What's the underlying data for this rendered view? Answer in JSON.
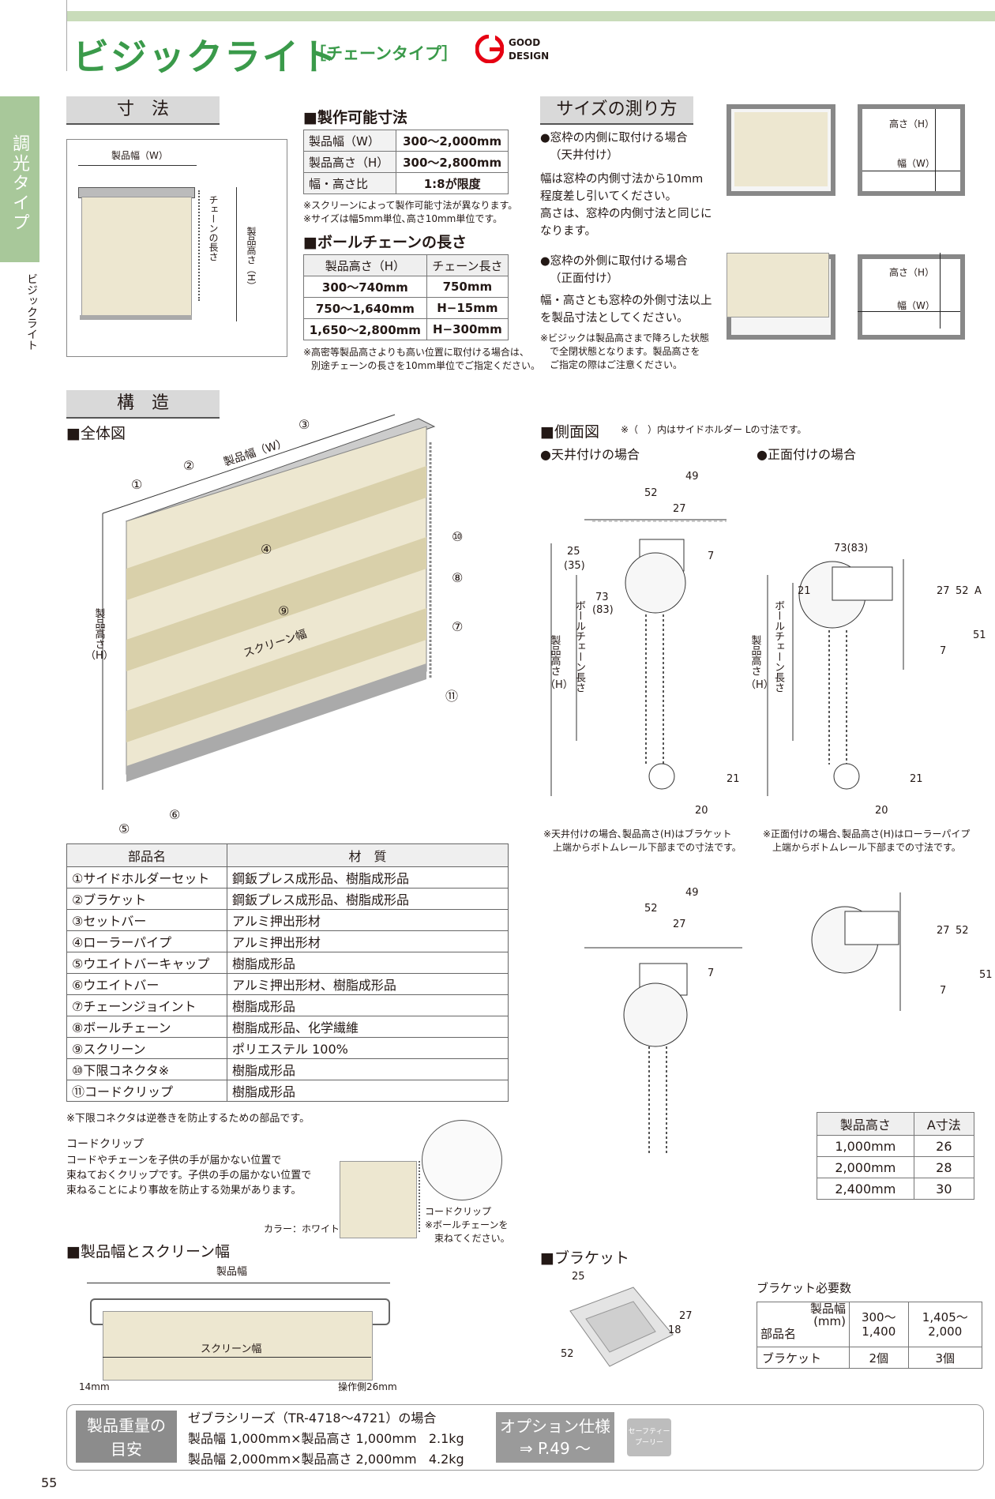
{
  "header": {
    "title": "ビジックライト",
    "subtitle": "［チェーンタイプ］",
    "good_design": [
      "GOOD",
      "DESIGN"
    ]
  },
  "side": {
    "tab": "調光タイプ",
    "sub": "ビジックライト"
  },
  "dims": {
    "heading": "寸　法",
    "width_label": "製品幅（W）",
    "chain_label": "チェーンの長さ",
    "height_label": "製品高さ（H）",
    "made_heading": "■製作可能寸法",
    "made_rows": [
      {
        "k": "製品幅（W）",
        "v": "300〜2,000mm"
      },
      {
        "k": "製品高さ（H）",
        "v": "300〜2,800mm"
      },
      {
        "k": "幅・高さ比",
        "v": "1:8が限度"
      }
    ],
    "made_notes": [
      "※スクリーンによって製作可能寸法が異なります。",
      "※サイズは幅5mm単位､高さ10mm単位です。"
    ],
    "chain_heading": "■ボールチェーンの長さ",
    "chain_cols": [
      "製品高さ（H）",
      "チェーン長さ"
    ],
    "chain_rows": [
      {
        "k": "300〜740mm",
        "v": "750mm"
      },
      {
        "k": "750〜1,640mm",
        "v": "H−15mm"
      },
      {
        "k": "1,650〜2,800mm",
        "v": "H−300mm"
      }
    ],
    "chain_notes": [
      "※高密等製品高さよりも高い位置に取付ける場合は、",
      "別途チェーンの長さを10mm単位でご指定ください。"
    ]
  },
  "measure": {
    "heading": "サイズの測り方",
    "case1_title": [
      "●窓枠の内側に取付ける場合",
      "（天井付け）"
    ],
    "case1_body": [
      "幅は窓枠の内側寸法から10mm",
      "程度差し引いてください。",
      "高さは、窓枠の内側寸法と同じに",
      "なります。"
    ],
    "case2_title": [
      "●窓枠の外側に取付ける場合",
      "（正面付け）"
    ],
    "case2_body": [
      "幅・高さとも窓枠の外側寸法以上",
      "を製品寸法としてください。"
    ],
    "case2_note": [
      "※ビジックは製品高さまで降ろした状態",
      "で全閉状態となります。製品高さを",
      "ご指定の際はご注意ください。"
    ],
    "label_h": "高さ（H）",
    "label_w": "幅（W）"
  },
  "structure": {
    "heading": "構　造",
    "overall": "■全体図",
    "label_width": "製品幅（W）",
    "label_screen": "スクリーン幅",
    "label_height": [
      "製品高さ",
      "（H）"
    ],
    "callouts": [
      "①",
      "②",
      "③",
      "④",
      "⑤",
      "⑥",
      "⑦",
      "⑧",
      "⑨",
      "⑩",
      "⑪"
    ]
  },
  "parts": {
    "cols": [
      "部品名",
      "材　質"
    ],
    "rows": [
      {
        "n": "①サイドホルダーセット",
        "m": "鋼鈑プレス成形品、樹脂成形品"
      },
      {
        "n": "②ブラケット",
        "m": "鋼鈑プレス成形品、樹脂成形品"
      },
      {
        "n": "③セットバー",
        "m": "アルミ押出形材"
      },
      {
        "n": "④ローラーパイプ",
        "m": "アルミ押出形材"
      },
      {
        "n": "⑤ウエイトバーキャップ",
        "m": "樹脂成形品"
      },
      {
        "n": "⑥ウエイトバー",
        "m": "アルミ押出形材、樹脂成形品"
      },
      {
        "n": "⑦チェーンジョイント",
        "m": "樹脂成形品"
      },
      {
        "n": "⑧ボールチェーン",
        "m": "樹脂成形品、化学繊維"
      },
      {
        "n": "⑨スクリーン",
        "m": "ポリエステル 100%"
      },
      {
        "n": "⑩下限コネクタ※",
        "m": "樹脂成形品"
      },
      {
        "n": "⑪コードクリップ",
        "m": "樹脂成形品"
      }
    ],
    "note": "※下限コネクタは逆巻きを防止するための部品です。"
  },
  "clip": {
    "title": "コードクリップ",
    "body": [
      "コードやチェーンを子供の手が届かない位置で",
      "束ねておくクリップです。子供の手の届かない位置で",
      "束ねることにより事故を防止する効果があります。"
    ],
    "color": "カラー：ホワイト",
    "label": "コードクリップ",
    "label_note": [
      "※ボールチェーンを",
      "束ねてください。"
    ]
  },
  "widths": {
    "heading": "■製品幅とスクリーン幅",
    "product": "製品幅",
    "screen": "スクリーン幅",
    "left": "14mm",
    "right": "操作側26mm"
  },
  "side_view": {
    "heading": "■側面図",
    "note": "※（　）内はサイドホルダー Lの寸法です。",
    "ceiling": "●天井付けの場合",
    "front": "●正面付けの場合",
    "dims_ceiling": [
      "49",
      "52",
      "27",
      "7",
      "25",
      "(35)",
      "73",
      "(83)",
      "21",
      "20"
    ],
    "dims_front": [
      "73(83)",
      "21",
      "27",
      "52",
      "A",
      "51",
      "7",
      "21",
      "20"
    ],
    "label_height": [
      "製品高さ",
      "（H）"
    ],
    "label_chain": "ボールチェーン長さ",
    "note_ceiling": [
      "※天井付けの場合､製品高さ(H)はブラケット",
      "上端からボトムレール下部までの寸法です。"
    ],
    "note_front": [
      "※正面付けの場合､製品高さ(H)はローラーパイプ",
      "上端からボトムレール下部までの寸法です。"
    ],
    "dims_lower_left": [
      "49",
      "52",
      "27",
      "7"
    ],
    "dims_lower_right": [
      "27",
      "52",
      "51",
      "7"
    ]
  },
  "a_table": {
    "cols": [
      "製品高さ",
      "A寸法"
    ],
    "rows": [
      {
        "k": "1,000mm",
        "v": "26"
      },
      {
        "k": "2,000mm",
        "v": "28"
      },
      {
        "k": "2,400mm",
        "v": "30"
      }
    ]
  },
  "bracket": {
    "heading": "■ブラケット",
    "dims": [
      "25",
      "27",
      "18",
      "52"
    ],
    "need_title": "ブラケット必要数",
    "col_head_top": "製品幅",
    "col_head_unit": "(mm)",
    "col_head_row": "部品名",
    "ranges": [
      [
        "300〜",
        "1,400"
      ],
      [
        "1,405〜",
        "2,000"
      ]
    ],
    "row_label": "ブラケット",
    "counts": [
      "2個",
      "3個"
    ]
  },
  "footer": {
    "weight_label": [
      "製品重量の",
      "目安"
    ],
    "series": "ゼブラシリーズ（TR-4718〜4721）の場合",
    "lines": [
      {
        "size": "製品幅 1,000mm×製品高さ 1,000mm",
        "w": "2.1kg"
      },
      {
        "size": "製品幅 2,000mm×製品高さ 2,000mm",
        "w": "4.2kg"
      }
    ],
    "option": [
      "オプション仕様",
      "⇒ P.49 〜"
    ],
    "option_chip": [
      "セーフティー",
      "プーリー"
    ]
  },
  "page_number": "55"
}
